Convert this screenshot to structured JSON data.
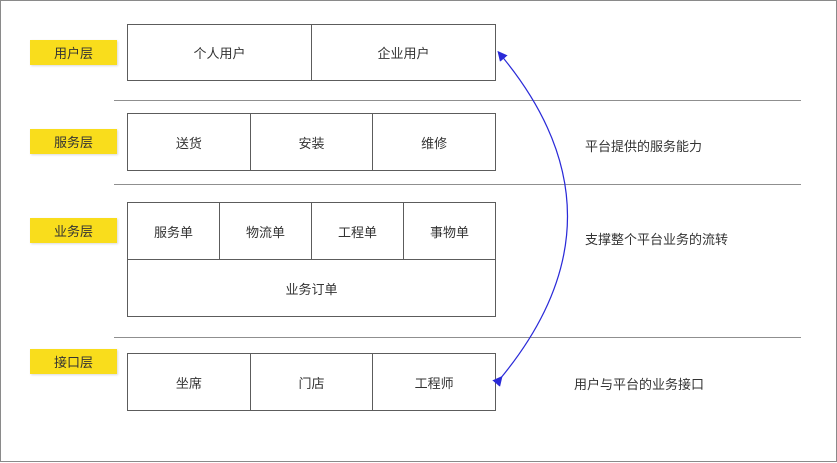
{
  "layers": {
    "user": {
      "tag": "用户层",
      "cells": [
        "个人用户",
        "企业用户"
      ]
    },
    "service": {
      "tag": "服务层",
      "cells": [
        "送货",
        "安装",
        "维修"
      ],
      "note": "平台提供的服务能力"
    },
    "business": {
      "tag": "业务层",
      "cells_top": [
        "服务单",
        "物流单",
        "工程单",
        "事物单"
      ],
      "cell_bottom": "业务订单",
      "note": "支撑整个平台业务的流转"
    },
    "interface": {
      "tag": "接口层",
      "cells": [
        "坐席",
        "门店",
        "工程师"
      ],
      "note": "用户与平台的业务接口"
    }
  },
  "colors": {
    "tag_background": "#f9dd1c",
    "arrow": "#2a2ad8",
    "border": "#5c5c5c"
  }
}
